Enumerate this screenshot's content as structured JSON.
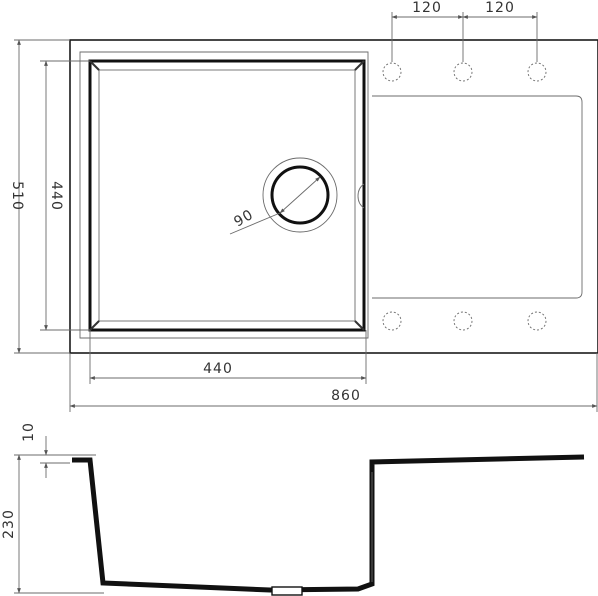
{
  "dimensions": {
    "tap_spacing_left": "120",
    "tap_spacing_right": "120",
    "overall_depth": "510",
    "bowl_depth": "440",
    "drain_diameter": "90",
    "bowl_width": "440",
    "overall_width": "860",
    "rim_thickness": "10",
    "bowl_height": "230"
  },
  "colors": {
    "line": "#1a1a1a",
    "dimension_line": "#6b6b6b",
    "text": "#333333",
    "background": "#ffffff"
  }
}
